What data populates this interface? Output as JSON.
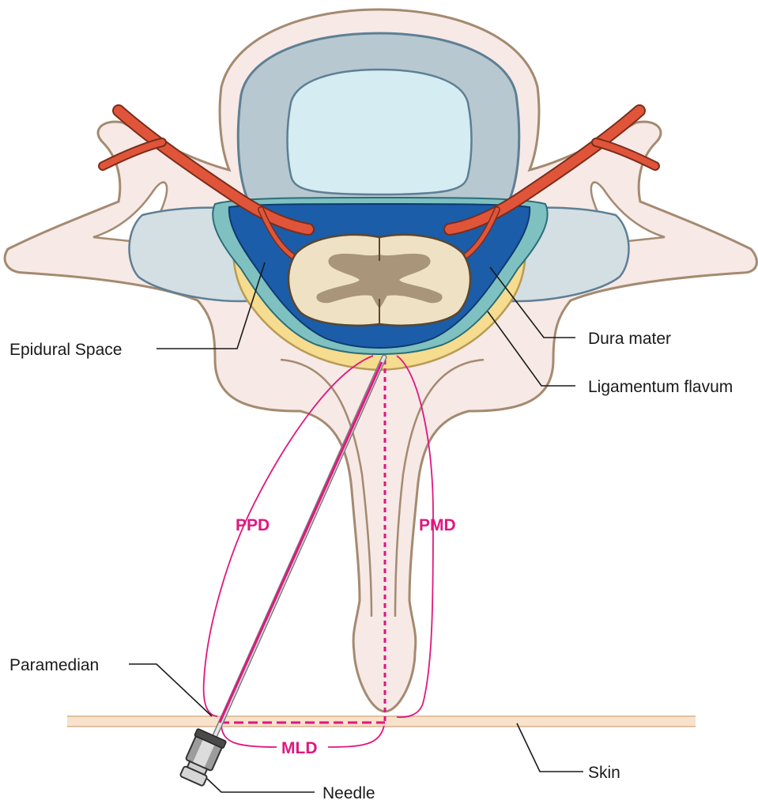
{
  "labels": {
    "epidural_space": "Epidural Space",
    "dura_mater": "Dura mater",
    "ligamentum_flavum": "Ligamentum flavum",
    "paramedian": "Paramedian",
    "skin": "Skin",
    "needle": "Needle"
  },
  "measurements": {
    "ppd": "PPD",
    "pmd": "PMD",
    "mld": "MLD"
  },
  "colors": {
    "bone": "#f6e9e6",
    "bone_outline": "#a48a70",
    "vertebral_body": "#b7c8d0",
    "vertebral_core": "#d5ecf2",
    "transverse": "#d3dfe2",
    "ligamentum": "#f5dc8e",
    "epidural_blue": "#1b5da8",
    "vessel": "#e0553a",
    "cord": "#efe1c4",
    "gray_matter": "#a8957a",
    "measure": "#e0177f",
    "skin": "#f8e2cb"
  }
}
